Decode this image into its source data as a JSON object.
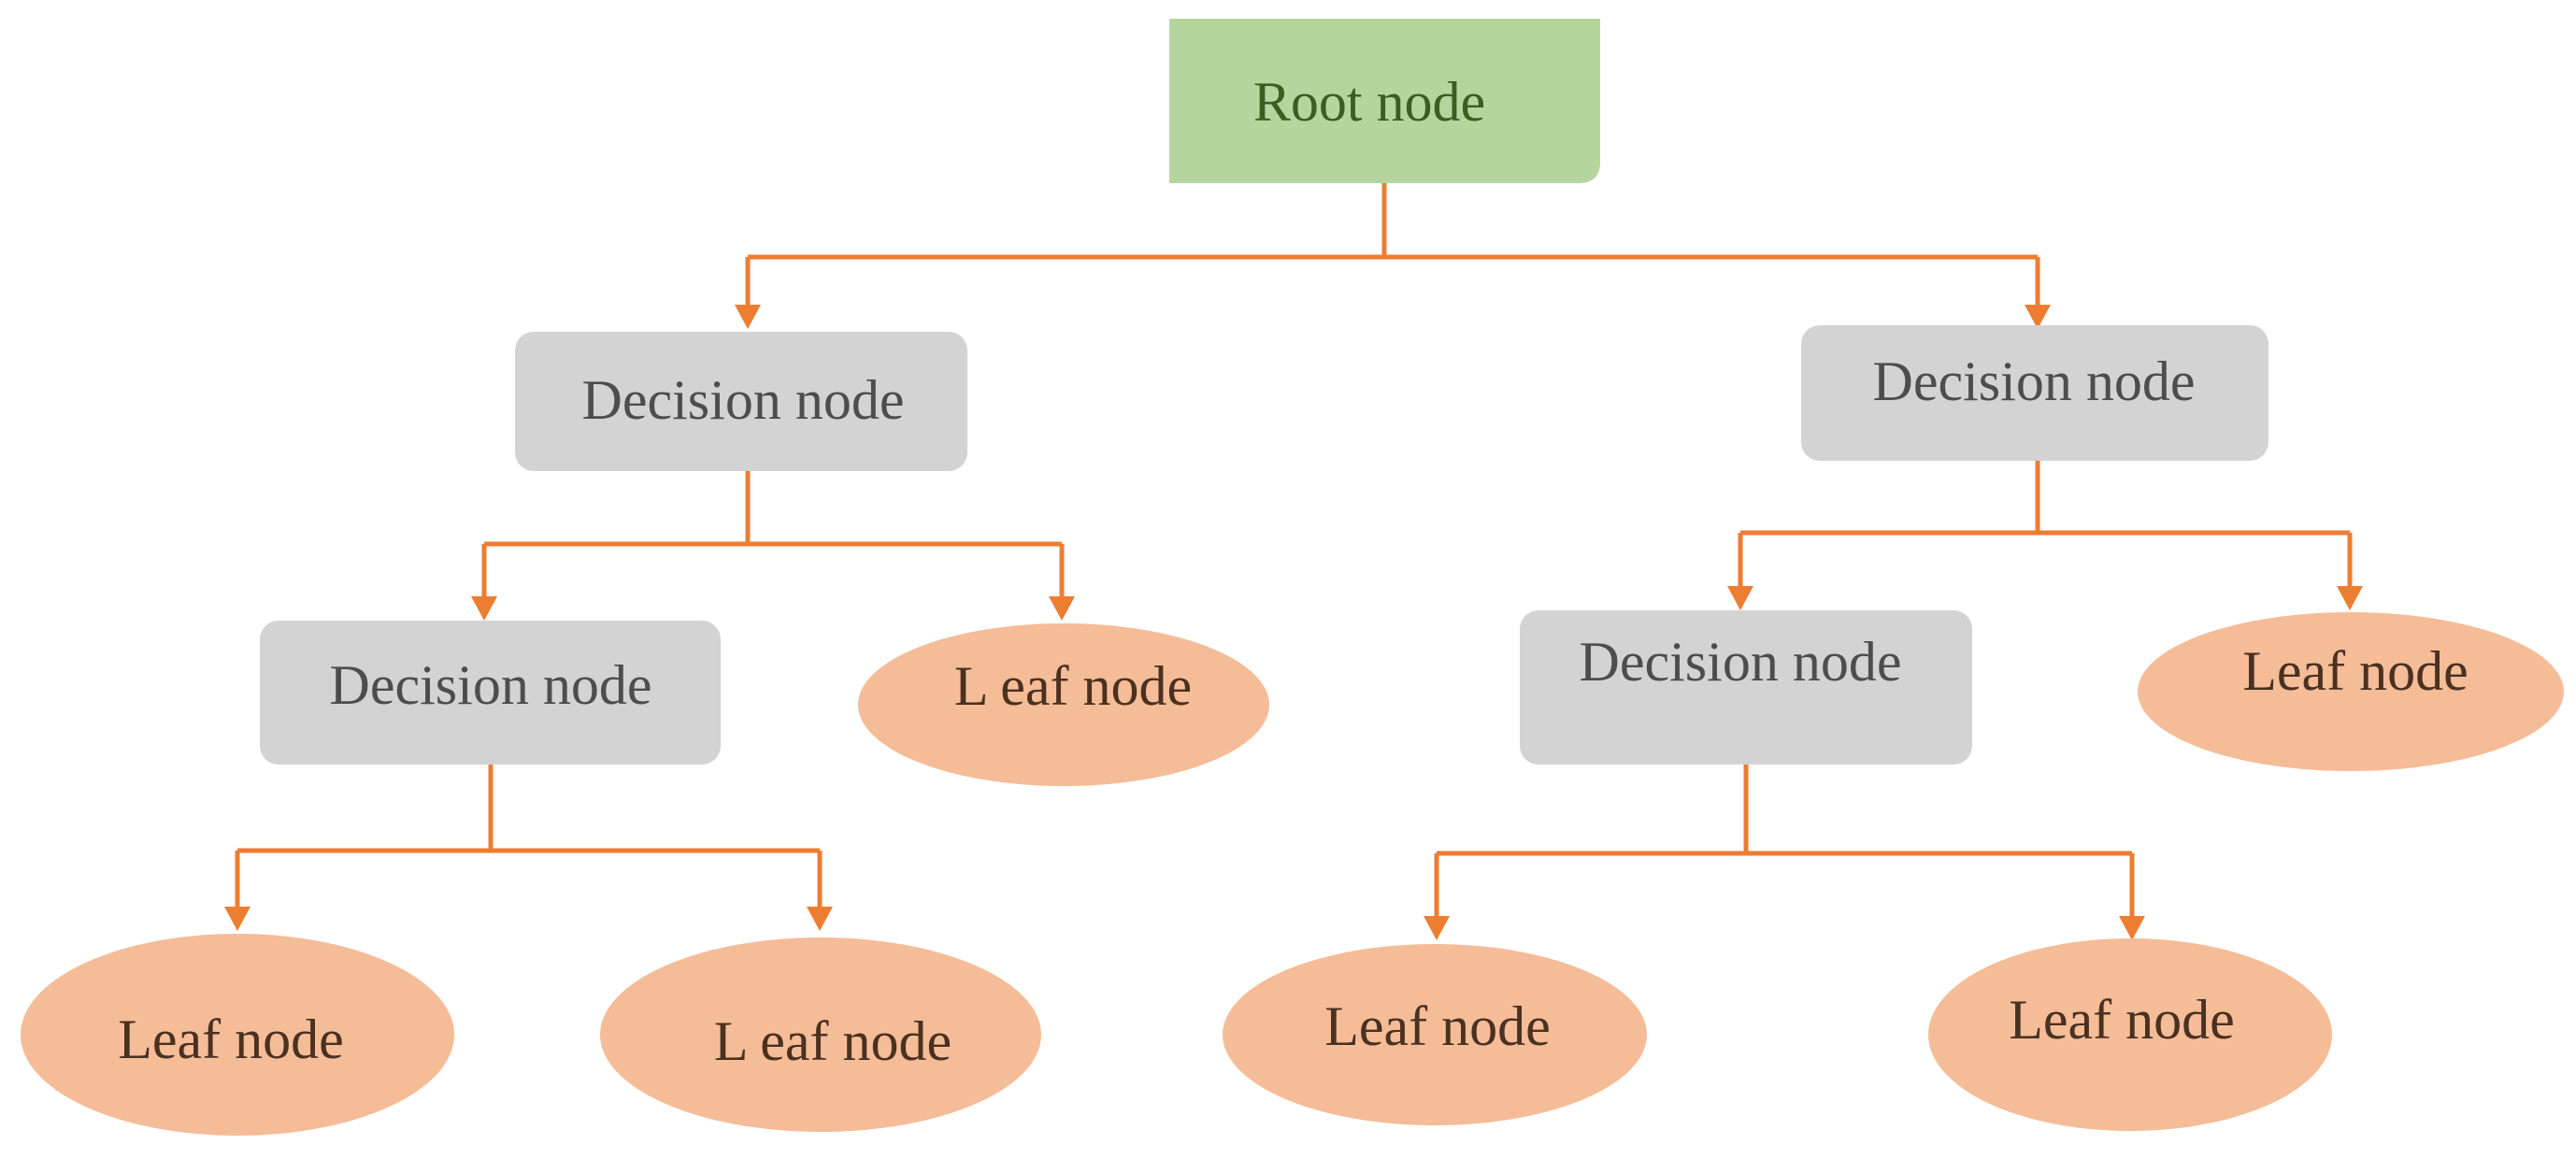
{
  "diagram": {
    "colors": {
      "edge": "#ed7d31",
      "root_fill": "#b5d59f",
      "root_text": "#3b5e21",
      "decision_fill": "#d3d3d3",
      "decision_text": "#4d4d4d",
      "leaf_fill": "#f5bc98",
      "leaf_text": "#4a3120"
    },
    "nodes": {
      "root": {
        "kind": "root",
        "label": "Root node"
      },
      "d_left": {
        "kind": "decision",
        "label": "Decision node"
      },
      "d_right": {
        "kind": "decision",
        "label": "Decision node"
      },
      "d_left_left": {
        "kind": "decision",
        "label": "Decision node"
      },
      "leaf_left_right": {
        "kind": "leaf",
        "label": "L eaf node"
      },
      "d_right_left": {
        "kind": "decision",
        "label": "Decision node"
      },
      "leaf_right_right": {
        "kind": "leaf",
        "label": "Leaf node"
      },
      "leaf_1": {
        "kind": "leaf",
        "label": "Leaf node"
      },
      "leaf_2": {
        "kind": "leaf",
        "label": "L eaf node"
      },
      "leaf_3": {
        "kind": "leaf",
        "label": "Leaf node"
      },
      "leaf_4": {
        "kind": "leaf",
        "label": "Leaf node"
      }
    },
    "edges": [
      {
        "from": "root",
        "to": "d_left"
      },
      {
        "from": "root",
        "to": "d_right"
      },
      {
        "from": "d_left",
        "to": "d_left_left"
      },
      {
        "from": "d_left",
        "to": "leaf_left_right"
      },
      {
        "from": "d_right",
        "to": "d_right_left"
      },
      {
        "from": "d_right",
        "to": "leaf_right_right"
      },
      {
        "from": "d_left_left",
        "to": "leaf_1"
      },
      {
        "from": "d_left_left",
        "to": "leaf_2"
      },
      {
        "from": "d_right_left",
        "to": "leaf_3"
      },
      {
        "from": "d_right_left",
        "to": "leaf_4"
      }
    ]
  }
}
